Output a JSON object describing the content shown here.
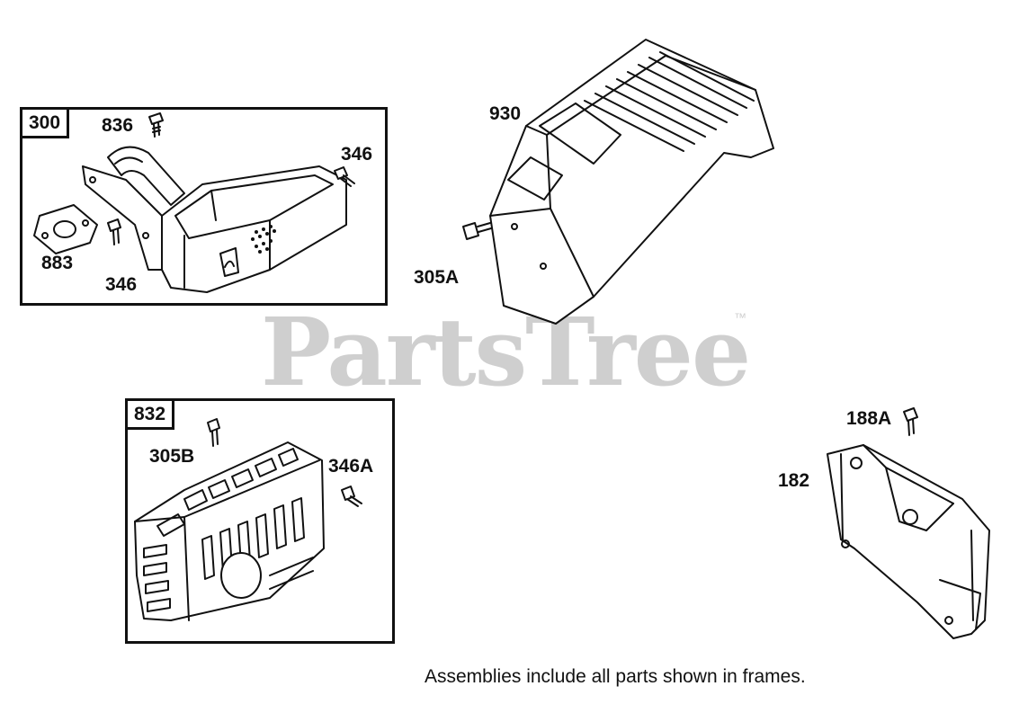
{
  "watermark": {
    "text": "PartsTree",
    "trademark": "™"
  },
  "frames": {
    "muffler_assembly": {
      "number": "300"
    },
    "guard_assembly": {
      "number": "832"
    }
  },
  "callouts": {
    "p836": "836",
    "p346_upper": "346",
    "p883": "883",
    "p346_lower": "346",
    "p930": "930",
    "p305A": "305A",
    "p305B": "305B",
    "p346A": "346A",
    "p188A": "188A",
    "p182": "182"
  },
  "footer_note": "Assemblies include all parts shown in frames.",
  "colors": {
    "line": "#111111",
    "watermark": "#cfcfcf",
    "background": "#ffffff"
  }
}
